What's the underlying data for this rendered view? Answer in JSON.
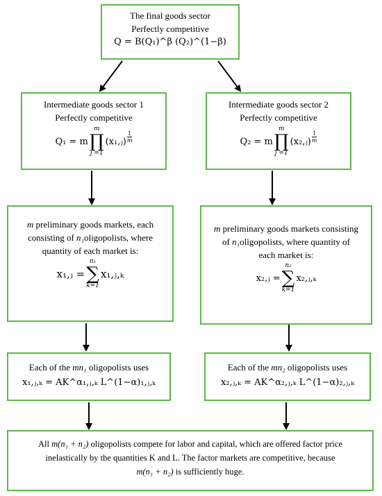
{
  "nodes": {
    "final": {
      "line1": "The final goods sector",
      "line2": "Perfectly competitive",
      "formula": "Q = B(Q₁)^β (Q₂)^(1−β)"
    },
    "inter1": {
      "line1": "Intermediate goods sector 1",
      "line2": "Perfectly competitive",
      "lhs": "Q₁ = m",
      "prod_upper": "m",
      "prod_lower": "j =1",
      "term": "(x₁,ⱼ)",
      "exp_num": "1",
      "exp_den": "m"
    },
    "inter2": {
      "line1": "Intermediate goods sector 2",
      "line2": "Perfectly competitive",
      "lhs": "Q₂ = m",
      "prod_upper": "m",
      "prod_lower": "j =1",
      "term": "(x₂,ⱼ)",
      "exp_num": "1",
      "exp_den": "m"
    },
    "prelim1": {
      "m": "m",
      "line1_rest": " preliminary goods markets, each",
      "line2_pre": "consisting of ",
      "n": "n₁",
      "line2_post": "oligopolists, where",
      "line3": "quantity of each market is:",
      "lhs": "x₁,ⱼ =",
      "sum_upper": "n₁",
      "sum_lower": "k=1",
      "term": "x₁,ⱼ,ₖ"
    },
    "prelim2": {
      "m": "m",
      "line1_rest": " preliminary goods markets consisting",
      "line2_pre": "of ",
      "n": "n₁",
      "line2_post": "oligopolists, where quantity of",
      "line3": "each market is:",
      "lhs": "x₂,ⱼ =",
      "sum_upper": "n₂",
      "sum_lower": "k=1",
      "term": "x₂,ⱼ,ₖ"
    },
    "olig1": {
      "line1_pre": "Each of the ",
      "mn": "mn₁",
      "line1_post": " oligopolists uses",
      "formula": "x₁,ⱼ,ₖ = AK^α₁,ⱼ,ₖ L^(1−α)₁,ⱼ,ₖ"
    },
    "olig2": {
      "line1_pre": "Each of the ",
      "mn": "mn₂",
      "line1_post": " oligopolists uses",
      "formula": "x₂,ⱼ,ₖ = AK^α₂,ⱼ,ₖ L^(1−α)₂,ⱼ,ₖ"
    },
    "factor": {
      "line1_pre": "All ",
      "expr": "m(n₁ + n₂)",
      "line1_post": " oligopolists compete for labor and capital, which are offered factor price",
      "line2": "inelastically by the quantities K and L. The factor markets are competitive, because",
      "line3_post": " is sufficiently huge."
    }
  },
  "colors": {
    "box_border": "#5cb848",
    "arrow": "#000000"
  }
}
